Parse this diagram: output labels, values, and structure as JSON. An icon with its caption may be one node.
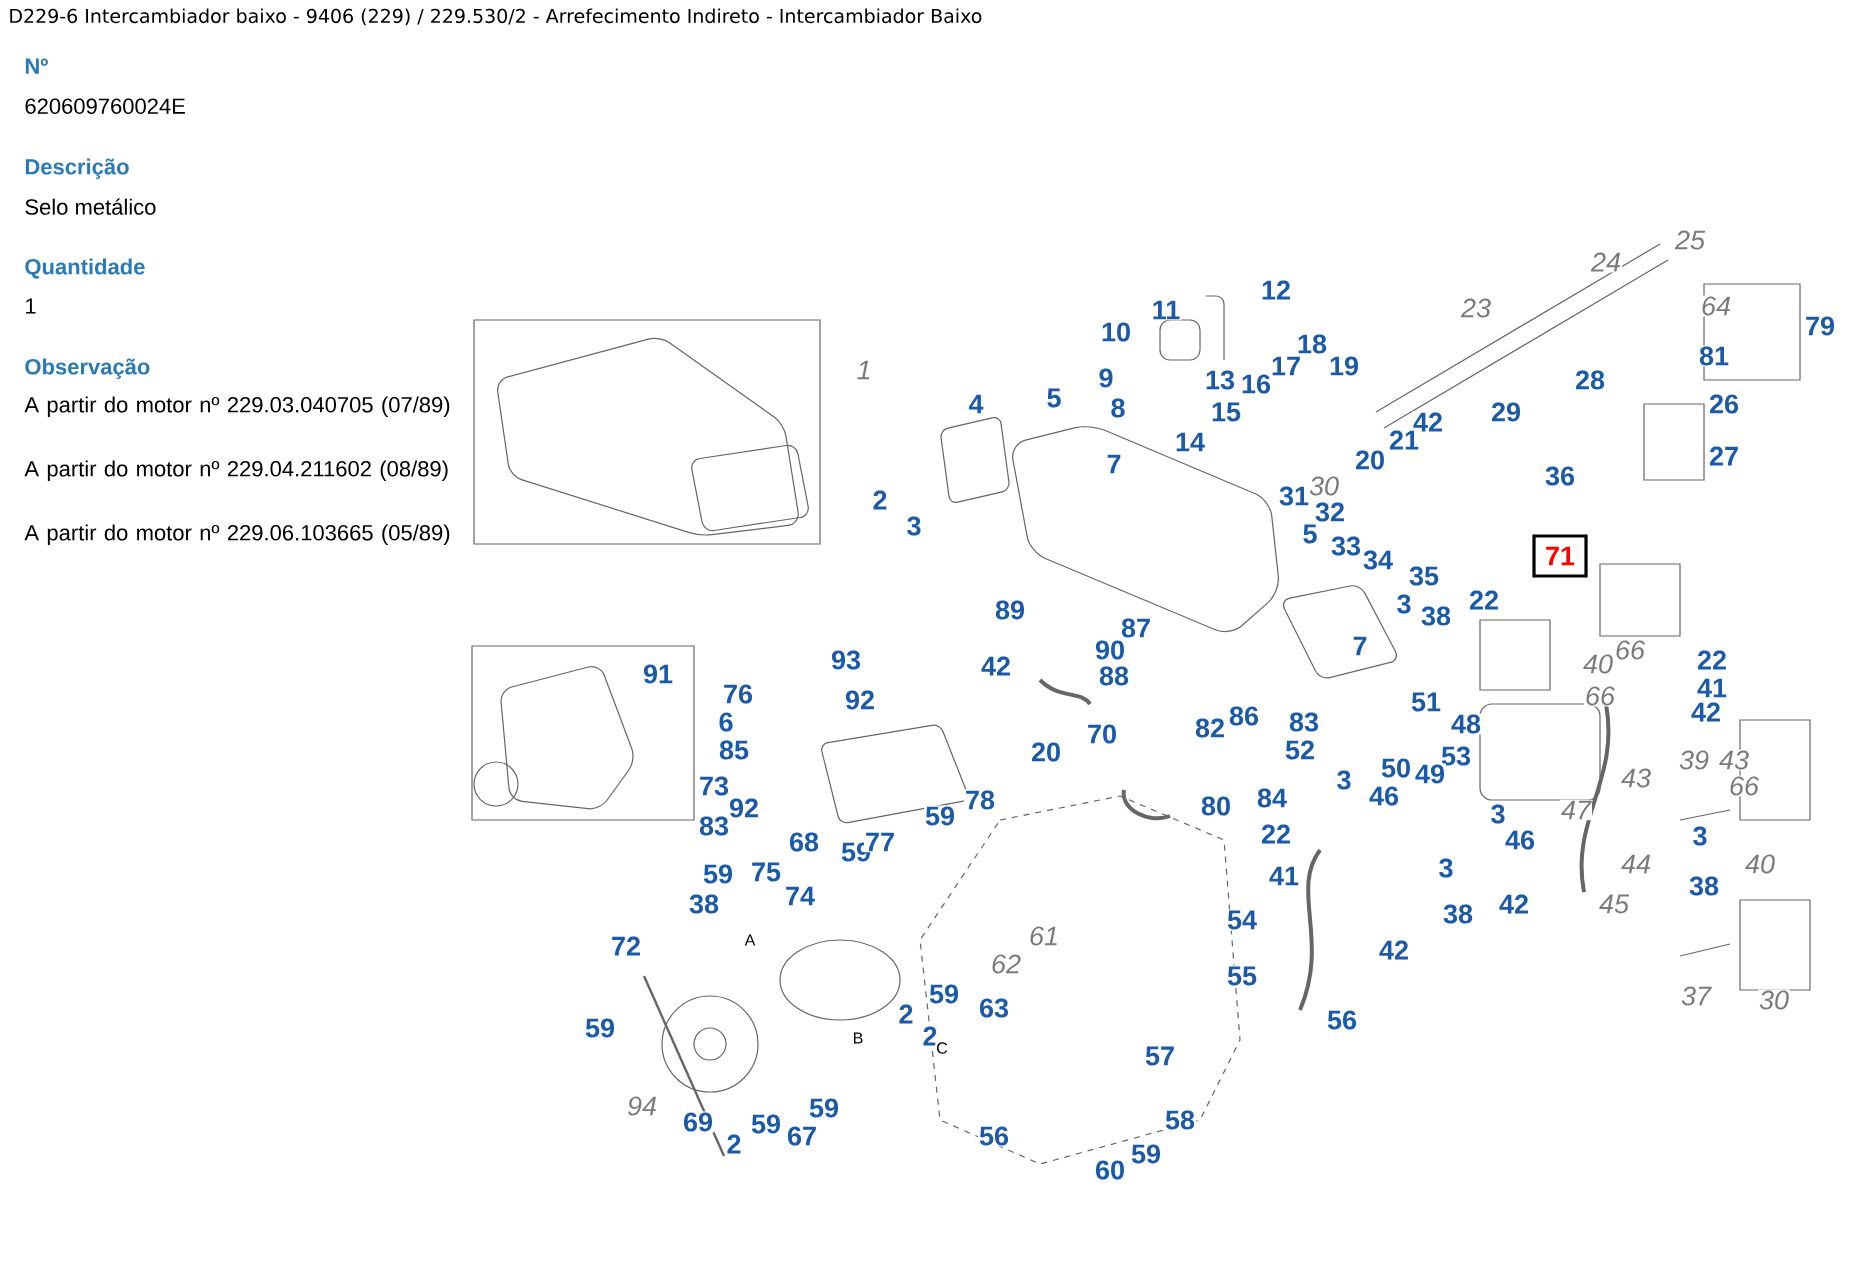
{
  "diagram": {
    "title": "D229-6 Intercambiador baixo - 9406 (229) / 229.530/2 - Arrefecimento Indireto - Intercambiador Baixo",
    "nodes": [
      {
        "text": [
          "71"
        ]
      }
    ],
    "labels": [
      "Nº",
      "620609760024E",
      "Descrição",
      "Selo metálico",
      "Quantidade",
      "1",
      "Observação",
      "A partir do motor nº 229.03.040705 (07/89)",
      "A partir do motor nº 229.04.211602 (08/89)",
      "A partir do motor nº 229.06.103665 (05/89)",
      "1",
      "12",
      "25",
      "24",
      "23",
      "64",
      "79",
      "11",
      "10",
      "18",
      "81",
      "17",
      "19",
      "9",
      "13",
      "16",
      "28",
      "4",
      "5",
      "8",
      "15",
      "29",
      "26",
      "42",
      "14",
      "20",
      "21",
      "27",
      "7",
      "36",
      "2",
      "31",
      "30",
      "32",
      "3",
      "5",
      "33",
      "34",
      "35",
      "89",
      "3",
      "38",
      "22",
      "87",
      "93",
      "91",
      "90",
      "42",
      "88",
      "40",
      "66",
      "22",
      "7",
      "76",
      "92",
      "51",
      "66",
      "41",
      "42",
      "6",
      "86",
      "82",
      "83",
      "48",
      "70",
      "85",
      "20",
      "52",
      "53",
      "39",
      "43",
      "73",
      "3",
      "50",
      "49",
      "43",
      "66",
      "92",
      "78",
      "80",
      "84",
      "46",
      "3",
      "47",
      "83",
      "59",
      "68",
      "59",
      "77",
      "22",
      "46",
      "3",
      "59",
      "75",
      "41",
      "3",
      "44",
      "40",
      "38",
      "74",
      "38",
      "42",
      "45",
      "38",
      "54",
      "61",
      "A",
      "72",
      "62",
      "42",
      "55",
      "59",
      "37",
      "30",
      "2",
      "63",
      "56",
      "59",
      "2",
      "B",
      "C",
      "57",
      "94",
      "69",
      "59",
      "59",
      "58",
      "2",
      "67",
      "56",
      "60",
      "59"
    ]
  }
}
